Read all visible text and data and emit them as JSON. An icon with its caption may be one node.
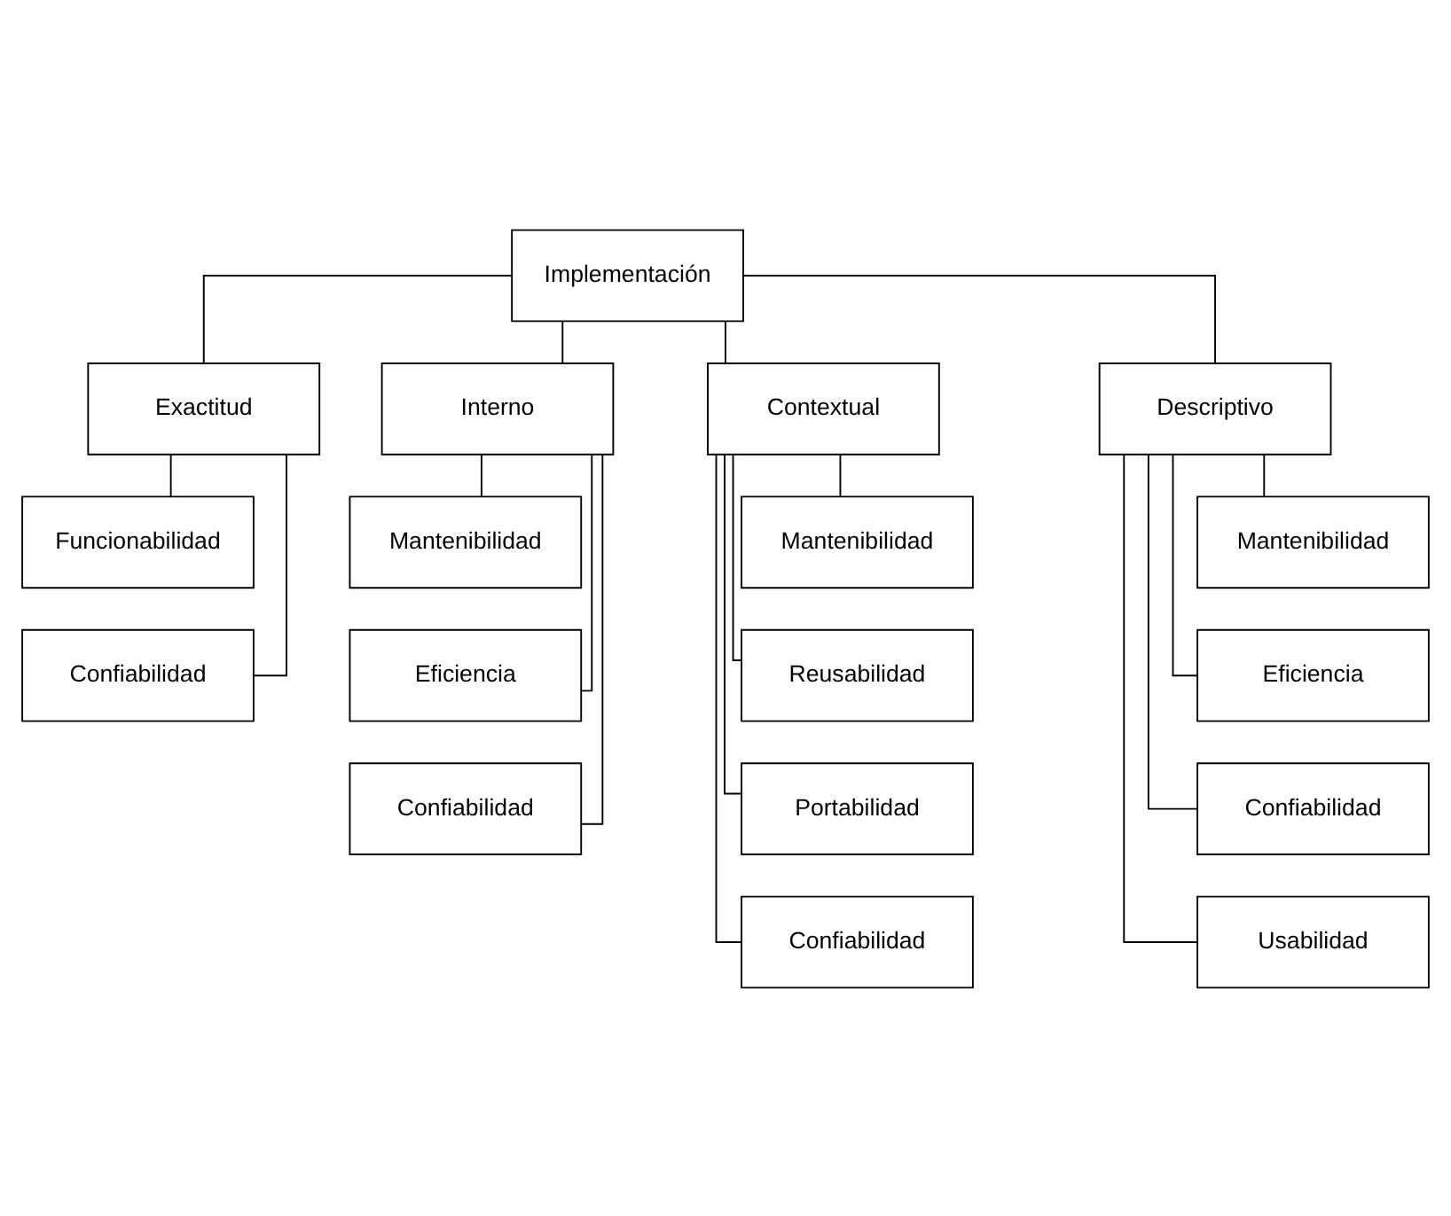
{
  "diagram": {
    "nodes": [
      {
        "text": [
          "Implementación"
        ]
      },
      {
        "text": [
          "Exactitud"
        ]
      },
      {
        "text": [
          "Interno"
        ]
      },
      {
        "text": [
          "Contextual"
        ]
      },
      {
        "text": [
          "Descriptivo"
        ]
      },
      {
        "text": [
          "Funcionabilidad"
        ]
      },
      {
        "text": [
          "Confiabilidad"
        ]
      },
      {
        "text": [
          "Mantenibilidad"
        ]
      },
      {
        "text": [
          "Eficiencia"
        ]
      },
      {
        "text": [
          "Confiabilidad"
        ]
      },
      {
        "text": [
          "Mantenibilidad"
        ]
      },
      {
        "text": [
          "Reusabilidad"
        ]
      },
      {
        "text": [
          "Portabilidad"
        ]
      },
      {
        "text": [
          "Confiabilidad"
        ]
      },
      {
        "text": [
          "Mantenibilidad"
        ]
      },
      {
        "text": [
          "Eficiencia"
        ]
      },
      {
        "text": [
          "Confiabilidad"
        ]
      },
      {
        "text": [
          "Usabilidad"
        ]
      }
    ],
    "edges": [
      {
        "from": 0,
        "to": 1,
        "arrow": "none"
      },
      {
        "from": 0,
        "to": 2,
        "arrow": "none"
      },
      {
        "from": 0,
        "to": 3,
        "arrow": "none"
      },
      {
        "from": 0,
        "to": 4,
        "arrow": "none"
      },
      {
        "from": 1,
        "to": 5,
        "arrow": "none"
      },
      {
        "from": 1,
        "to": 6,
        "arrow": "none"
      },
      {
        "from": 2,
        "to": 7,
        "arrow": "none"
      },
      {
        "from": 2,
        "to": 8,
        "arrow": "none"
      },
      {
        "from": 2,
        "to": 9,
        "arrow": "none"
      },
      {
        "from": 3,
        "to": 10,
        "arrow": "none"
      },
      {
        "from": 3,
        "to": 11,
        "arrow": "none"
      },
      {
        "from": 3,
        "to": 12,
        "arrow": "none"
      },
      {
        "from": 3,
        "to": 13,
        "arrow": "none"
      },
      {
        "from": 4,
        "to": 14,
        "arrow": "none"
      },
      {
        "from": 4,
        "to": 15,
        "arrow": "none"
      },
      {
        "from": 4,
        "to": 16,
        "arrow": "none"
      },
      {
        "from": 4,
        "to": 17,
        "arrow": "none"
      }
    ]
  }
}
